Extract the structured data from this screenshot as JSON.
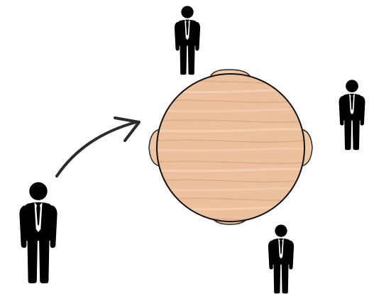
{
  "scene": {
    "background": "#ffffff",
    "icons": {
      "person": "person-in-suit-icon",
      "table": "round-table-icon",
      "chair": "chair-icon",
      "arrow": "curved-arrow-icon"
    },
    "colors": {
      "figure": "#000000",
      "shirt": "#ffffff",
      "wood_light": "#f0c9a6",
      "wood_mid": "#e3b08a",
      "wood_dark": "#d7a07a",
      "outline": "#111111",
      "arrow": "#2b2b2b"
    },
    "people": [
      {
        "role": "seated",
        "position": "top"
      },
      {
        "role": "seated",
        "position": "right"
      },
      {
        "role": "seated",
        "position": "bottom"
      },
      {
        "role": "approaching",
        "position": "bottom-left"
      }
    ],
    "chairs": [
      "top",
      "left",
      "right",
      "bottom"
    ]
  }
}
